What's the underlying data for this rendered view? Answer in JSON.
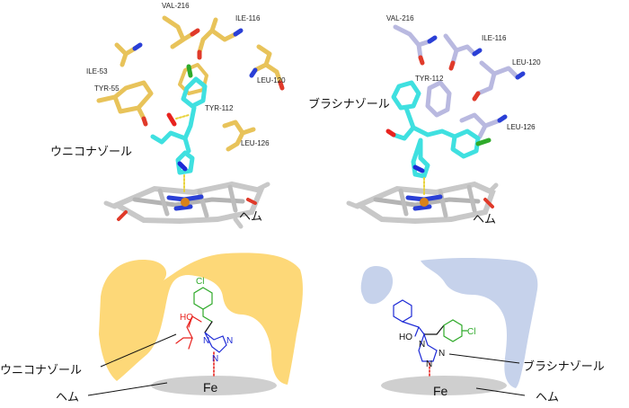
{
  "colors": {
    "uniconazole_stick": "#3fe0e0",
    "brassinazole_stick": "#3fe0e0",
    "left_residue": "#e8c35a",
    "right_residue": "#b9b9e0",
    "heme_grey": "#c8c8c8",
    "heme_blue": "#2a3fd6",
    "heme_iron": "#d9821a",
    "pocket_left": "#fdd878",
    "pocket_right": "#c6d2eb",
    "chlorine_green": "#2faa2a",
    "hydroxyl_red": "#e8231f",
    "triazole_blue": "#1d2ad6"
  },
  "left_panel": {
    "residues": [
      "VAL-216",
      "ILE-116",
      "ILE-53",
      "LEU-120",
      "TYR-55",
      "TYR-112",
      "LEU-126"
    ],
    "ligand_label": "ウニコナゾール",
    "heme_label": "ヘム"
  },
  "right_panel": {
    "residues": [
      "VAL-216",
      "ILE-116",
      "LEU-120",
      "TYR-112",
      "LEU-126"
    ],
    "ligand_label": "ブラシナゾール",
    "heme_label": "ヘム"
  },
  "bottom_left": {
    "cl": "Cl",
    "ho": "HO",
    "n1": "N",
    "n2": "N",
    "n3": "N",
    "fe": "Fe",
    "ligand_label": "ウニコナゾール",
    "heme_label": "ヘム"
  },
  "bottom_right": {
    "cl": "Cl",
    "ho": "HO",
    "n1": "N",
    "n2": "N",
    "n3": "N",
    "fe": "Fe",
    "ligand_label": "ブラシナゾール",
    "heme_label": "ヘム"
  }
}
